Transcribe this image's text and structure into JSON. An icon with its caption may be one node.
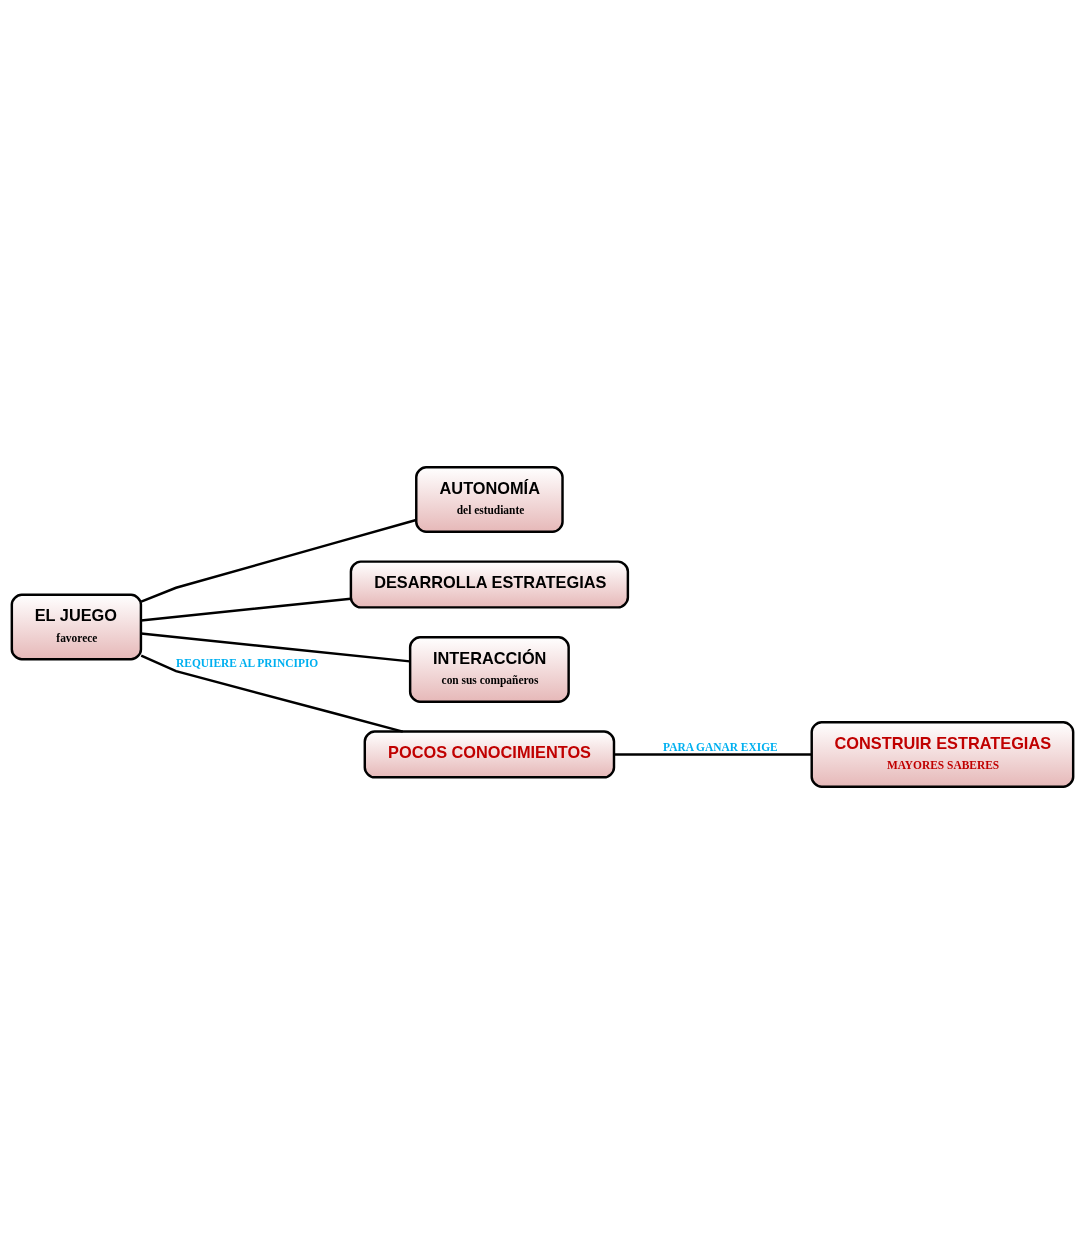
{
  "diagram": {
    "nodes": [
      {
        "text": [
          "EL JUEGO",
          "favorece"
        ]
      },
      {
        "text": [
          "AUTONOMÍA",
          "del estudiante"
        ]
      },
      {
        "text": [
          "DESARROLLA ESTRATEGIAS"
        ]
      },
      {
        "text": [
          "INTERACCIÓN",
          "con sus compañeros"
        ]
      },
      {
        "text": [
          "POCOS CONOCIMIENTOS"
        ]
      },
      {
        "text": [
          "CONSTRUIR ESTRATEGIAS",
          "MAYORES SABERES"
        ]
      }
    ],
    "edges": [
      {
        "from": 0,
        "to": 1,
        "arrow": "none"
      },
      {
        "from": 0,
        "to": 2,
        "arrow": "none"
      },
      {
        "from": 0,
        "to": 3,
        "arrow": "none"
      },
      {
        "from": 0,
        "to": 4,
        "arrow": "none",
        "label": "REQUIERE AL PRINCIPIO"
      },
      {
        "from": 4,
        "to": 5,
        "arrow": "none",
        "label": "PARA GANAR EXIGE"
      }
    ]
  }
}
